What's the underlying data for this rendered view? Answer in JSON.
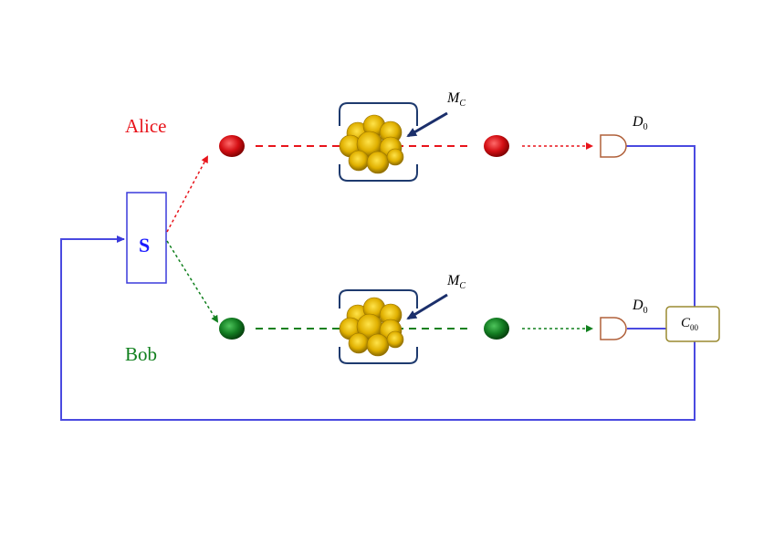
{
  "labels": {
    "alice": "Alice",
    "bob": "Bob",
    "source": "S",
    "mc_var": "M",
    "mc_sub": "C",
    "det_var": "D",
    "det_sub": "0",
    "coin_var": "C",
    "coin_sub": "00"
  },
  "colors": {
    "alice": "#e8141b",
    "bob": "#11801e",
    "wire": "#3a3adb",
    "source": "#1a1aff",
    "detector": "#b0603a",
    "coincidence_border": "#9a8a30",
    "medium_bracket": "#1e3a6e",
    "medium_fill": "#d9a600",
    "arrow": "#1b2f6b"
  },
  "icons": {
    "medium": "cloud-medium-icon",
    "detector": "detector-d-icon",
    "particle": "particle-dot-icon"
  }
}
